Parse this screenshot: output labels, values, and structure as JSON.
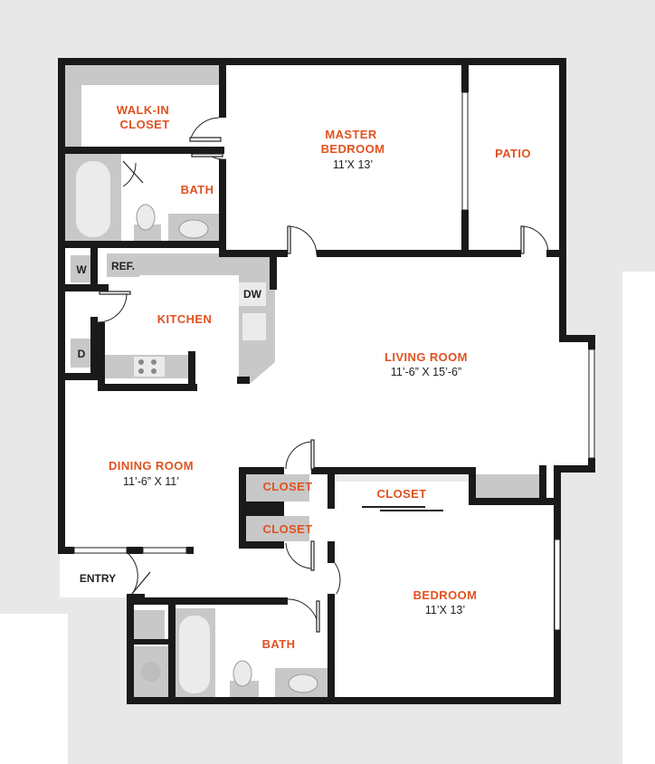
{
  "colors": {
    "label": "#e0521f",
    "wall": "#1a1a1a",
    "surround": "#e8e8e8",
    "fixture": "#c8c8c8"
  },
  "rooms": {
    "walk_in_closet": [
      "WALK-IN",
      "CLOSET"
    ],
    "master_bedroom": {
      "name": [
        "MASTER",
        "BEDROOM"
      ],
      "size": "11’X 13’"
    },
    "patio": "PATIO",
    "bath_top": "BATH",
    "kitchen": "KITCHEN",
    "living_room": {
      "name": "LIVING ROOM",
      "size": "11’-6” X 15’-6”"
    },
    "dining_room": {
      "name": "DINING ROOM",
      "size": "11’-6” X 11’"
    },
    "closet_1": "CLOSET",
    "closet_2": "CLOSET",
    "closet_3": "CLOSET",
    "bedroom": {
      "name": "BEDROOM",
      "size": "11’X 13’"
    },
    "bath_bottom": "BATH"
  },
  "appliances": {
    "washer": "W",
    "dryer": "D",
    "refrigerator": "REF.",
    "dishwasher": "DW"
  },
  "entry": "ENTRY"
}
